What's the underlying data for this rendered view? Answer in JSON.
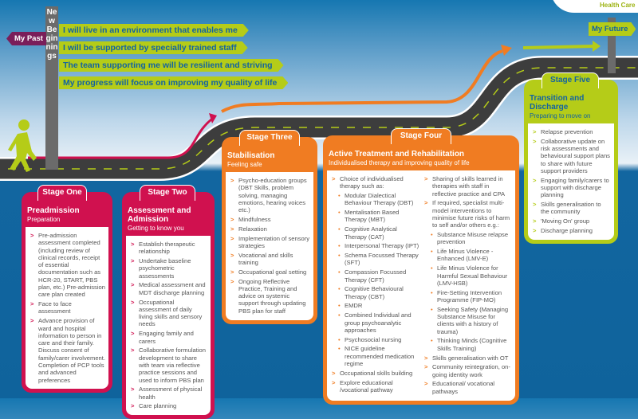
{
  "logo": {
    "text": "Health Care"
  },
  "signpost": {
    "label": "New Beginnings",
    "past": "My Past",
    "future": "My Future",
    "signs": [
      "I will live in an environment that enables me",
      "I will be supported by specially trained staff",
      "The team supporting me will be resilient and striving",
      "My progress will focus on improving my quality of life"
    ]
  },
  "colors": {
    "magenta": "#d0114f",
    "orange": "#f07c22",
    "green": "#b5cc18",
    "blue": "#1363a0",
    "purple": "#7a1e5a"
  },
  "stages": [
    {
      "tab": "Stage One",
      "title": "Preadmission",
      "subtitle": "Preparation",
      "cols": [
        [
          {
            "t": "Pre-admission assessment completed (including review of clinical records, receipt of essential documentation such as HCR-20, START, PBS plan, etc.) Pre-admission care plan created"
          },
          {
            "t": "Face to face assessment"
          },
          {
            "t": "Advance provision of ward and hospital information to person in care and their family. Discuss consent of family/carer involvement. Completion of PCP tools and advanced preferences"
          }
        ]
      ]
    },
    {
      "tab": "Stage Two",
      "title": "Assessment and Admission",
      "subtitle": "Getting to know you",
      "cols": [
        [
          {
            "t": "Establish therapeutic relationship"
          },
          {
            "t": "Undertake baseline psychometric assessments"
          },
          {
            "t": "Medical assessment and MDT discharge planning"
          },
          {
            "t": "Occupational assessment of daily living skills and sensory needs"
          },
          {
            "t": "Engaging family and carers"
          },
          {
            "t": "Collaborative formulation development to share with team via reflective practice sessions and used to inform PBS plan"
          },
          {
            "t": "Assessment of physical health"
          },
          {
            "t": "Care planning"
          }
        ]
      ]
    },
    {
      "tab": "Stage Three",
      "title": "Stabilisation",
      "subtitle": "Feeling safe",
      "cols": [
        [
          {
            "t": "Psycho-education groups (DBT Skills, problem solving, managing emotions, hearing voices etc.)"
          },
          {
            "t": "Mindfulness"
          },
          {
            "t": "Relaxation"
          },
          {
            "t": "Implementation of sensory strategies"
          },
          {
            "t": "Vocational and skills training"
          },
          {
            "t": "Occupational goal setting"
          },
          {
            "t": "Ongoing Reflective Practice, Training and advice on systemic support through updating PBS plan for staff"
          }
        ]
      ]
    },
    {
      "tab": "Stage Four",
      "title": "Active Treatment and Rehabilitation",
      "subtitle": "Individualised therapy and improving quality of life",
      "cols": [
        [
          {
            "t": "Choice of individualised therapy such as:"
          },
          {
            "t": "Modular Dialectical Behaviour Therapy (DBT)",
            "s": 1
          },
          {
            "t": "Mentalisation Based Therapy (MBT)",
            "s": 1
          },
          {
            "t": "Cognitive Analytical Therapy (CAT)",
            "s": 1
          },
          {
            "t": "Interpersonal Therapy (IPT)",
            "s": 1
          },
          {
            "t": "Schema Focussed Therapy (SFT)",
            "s": 1
          },
          {
            "t": "Compassion Focussed Therapy (CFT)",
            "s": 1
          },
          {
            "t": "Cognitive Behavioural Therapy (CBT)",
            "s": 1
          },
          {
            "t": "EMDR",
            "s": 1
          },
          {
            "t": "Combined Individual and group psychoanalytic approaches",
            "s": 1
          },
          {
            "t": "Psychosocial nursing",
            "s": 1
          },
          {
            "t": "NICE guideline recommended medication regime",
            "s": 1
          },
          {
            "t": "Occupational skills building"
          },
          {
            "t": "Explore educational /vocational pathway"
          }
        ],
        [
          {
            "t": "Sharing of skills learned in therapies with staff in reflective practice and CPA"
          },
          {
            "t": "If required, specialist multi-model interventions to minimise future risks of harm to self and/or others e.g.:"
          },
          {
            "t": "Substance Misuse relapse prevention",
            "s": 1
          },
          {
            "t": "Life Minus Violence - Enhanced (LMV-E)",
            "s": 1
          },
          {
            "t": "Life Minus Violence for Harmful Sexual Behaviour (LMV-HSB)",
            "s": 1
          },
          {
            "t": "Fire-Setting Intervention Programme (FIP-MO)",
            "s": 1
          },
          {
            "t": "Seeking Safety (Managing Substance Misuse for clients with a history of trauma)",
            "s": 1
          },
          {
            "t": "Thinking Minds (Cognitive Skills Training)",
            "s": 1
          },
          {
            "t": "Skills generalisation with OT"
          },
          {
            "t": "Community reintegration, on-going identity work"
          },
          {
            "t": "Educational/ vocational pathways"
          }
        ]
      ]
    },
    {
      "tab": "Stage Five",
      "title": "Transition and Discharge",
      "subtitle": "Preparing to move on",
      "cols": [
        [
          {
            "t": "Relapse prevention"
          },
          {
            "t": "Collaborative update on risk assessments and behavioural support plans to share with future support providers"
          },
          {
            "t": "Engaging family/carers to support with discharge planning"
          },
          {
            "t": "Skills generalisation to the community"
          },
          {
            "t": "'Moving On' group"
          },
          {
            "t": "Discharge planning"
          }
        ]
      ]
    }
  ]
}
